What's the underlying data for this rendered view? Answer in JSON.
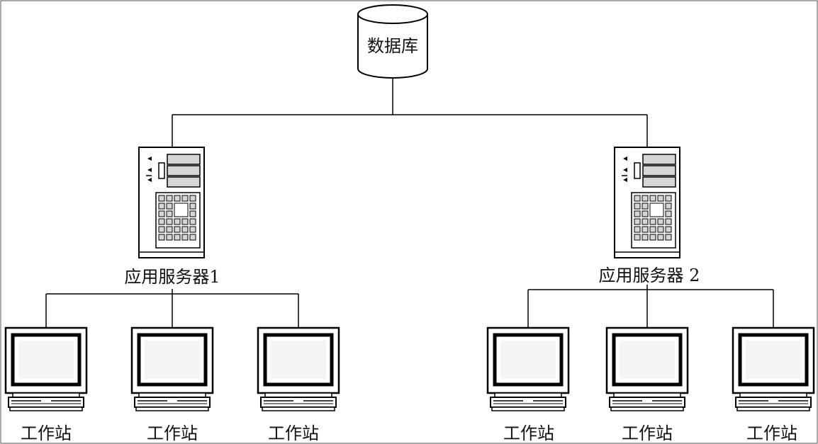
{
  "database": {
    "label": "数据库"
  },
  "servers": [
    {
      "label": "应用服务器1",
      "workstations": [
        "工作站",
        "工作站",
        "工作站"
      ]
    },
    {
      "label": "应用服务器 2",
      "workstations": [
        "工作站",
        "工作站",
        "工作站"
      ]
    }
  ],
  "colors": {
    "line": "#000000",
    "fill": "#ffffff",
    "panel": "#d6d6d6",
    "screen": "#f4f4f4"
  }
}
